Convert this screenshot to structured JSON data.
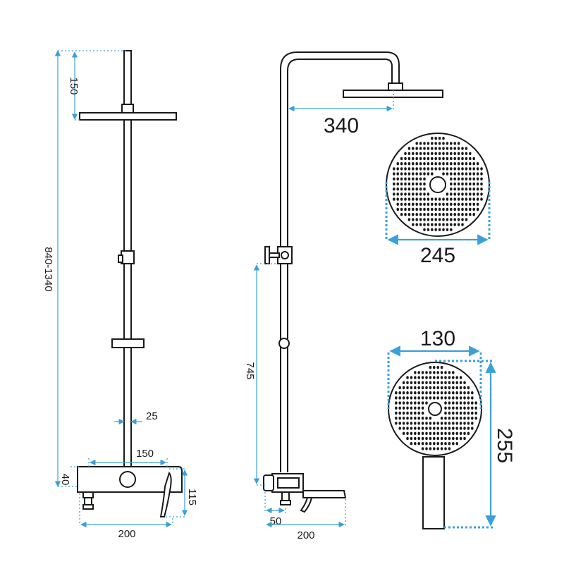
{
  "dimensions": {
    "front_top_offset": "150",
    "front_height_range": "840-1340",
    "front_pipe_diameter": "25",
    "front_mixer_spacing": "150",
    "front_valve_height": "40",
    "front_mixer_depth": "115",
    "front_mixer_width": "200",
    "side_arm_length": "340",
    "side_valve_height": "745",
    "side_spout_offset": "50",
    "side_spout_length": "200",
    "head_diameter": "245",
    "hand_width": "130",
    "hand_length": "255"
  }
}
